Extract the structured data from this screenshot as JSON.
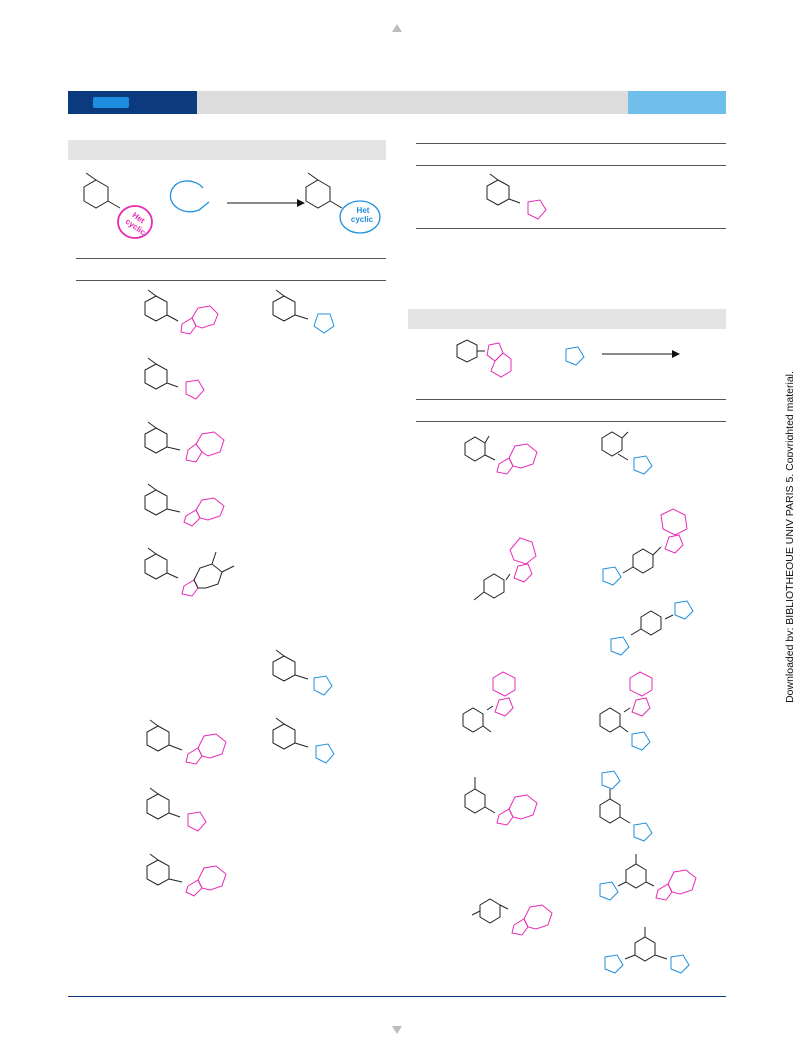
{
  "side_note": "Downloaded by: BIBLIOTHEQUE UNIV PARIS 5. Copyrighted material.",
  "bubbles": {
    "magenta_label": [
      "Het",
      "cyclic"
    ],
    "blue_label": [
      "Het",
      "cyclic"
    ]
  },
  "colors": {
    "header_dark": "#0b3a7e",
    "header_chip": "#1c8ddf",
    "header_light": "#70bfea",
    "magenta": "#e62bb5",
    "blue": "#1f8fdd"
  },
  "icons": {
    "page_up": "triangle-up-icon",
    "page_down": "triangle-down-icon"
  }
}
